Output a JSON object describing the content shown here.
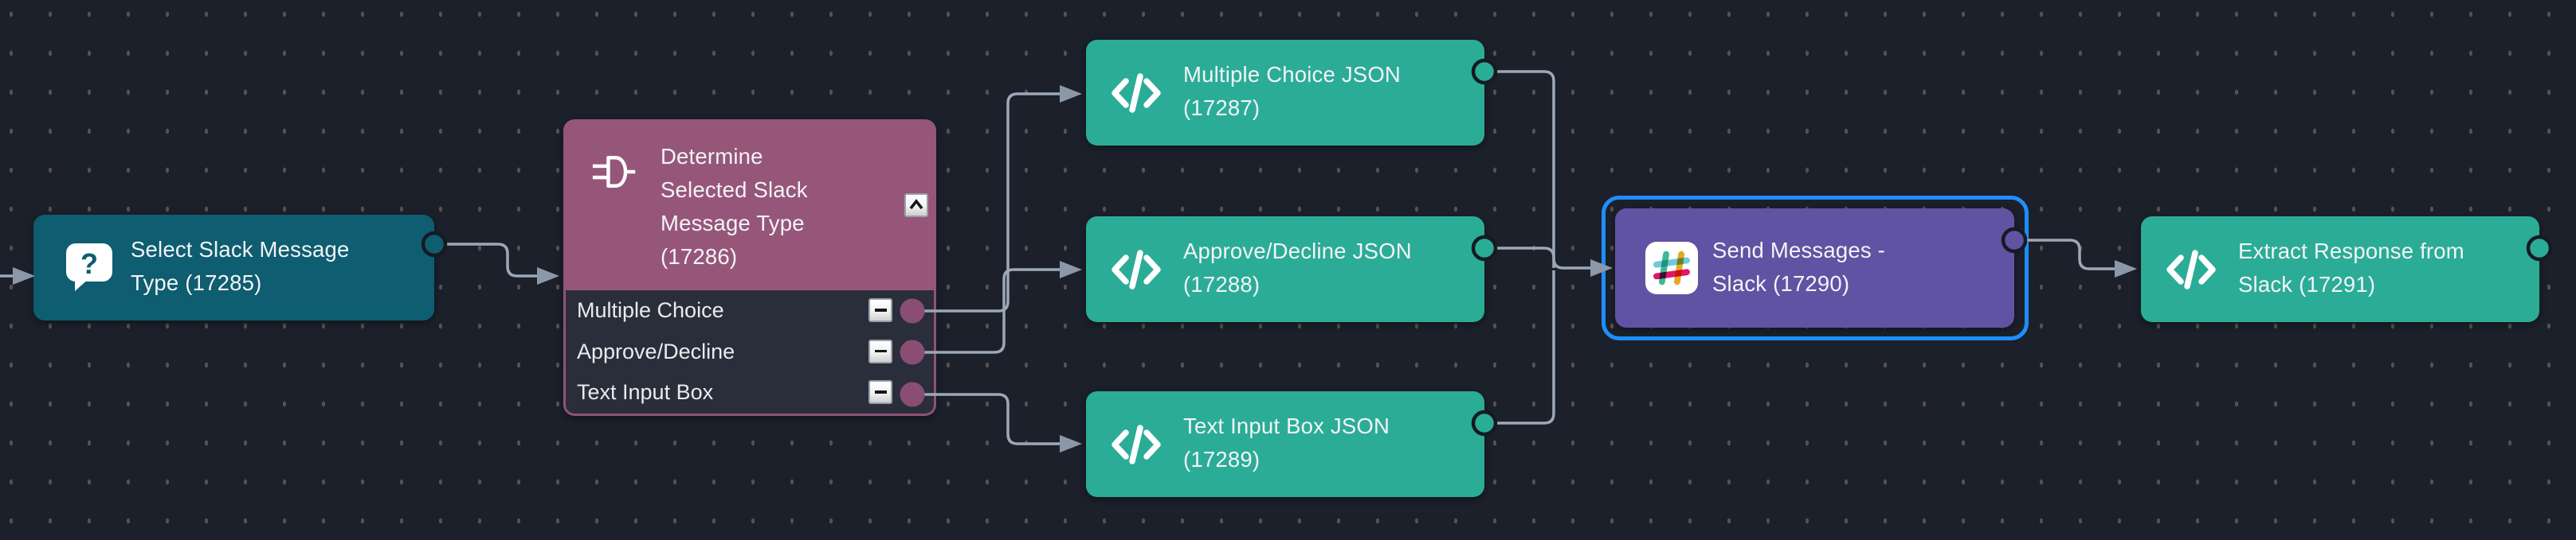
{
  "app": {
    "type": "workflow-automation-canvas",
    "view": "node-graph"
  },
  "colors": {
    "background": "#1b202b",
    "grid_dot": "#57514a",
    "connection_line": "#9ca8b8",
    "arrowhead": "#8c98a8",
    "selection_border": "#1f8ef9",
    "node_teal_dark": "#0e5d70",
    "node_teal": "#2bac97",
    "node_purple_header": "#96567a",
    "node_purple_body": "#2a2e3b",
    "node_slack_purple": "#6053a3",
    "port_purple": "#8a4e74"
  },
  "icons": {
    "question_glyph": "?",
    "select_icon": "question-bubble-icon",
    "determine_icon": "plug-icon",
    "code_icon": "code-icon",
    "slack_icon": "slack-hash-icon",
    "collapse_icon": "chevron-up-icon",
    "remove_icon": "minus-icon"
  },
  "nodes": {
    "select_slack_message_type": {
      "label": "Select Slack Message Type (17285)"
    },
    "determine_selected_slack_message_type": {
      "label": "Determine Selected Slack Message Type (17286)",
      "outputs": [
        "Multiple Choice",
        "Approve/Decline",
        "Text Input Box"
      ]
    },
    "multiple_choice_json": {
      "label": "Multiple Choice JSON (17287)"
    },
    "approve_decline_json": {
      "label": "Approve/Decline JSON (17288)"
    },
    "text_input_box_json": {
      "label": "Text Input Box JSON (17289)"
    },
    "send_messages_slack": {
      "label": "Send Messages - Slack (17290)",
      "selected": true
    },
    "extract_response_from_slack": {
      "label": "Extract Response from Slack (17291)"
    }
  }
}
